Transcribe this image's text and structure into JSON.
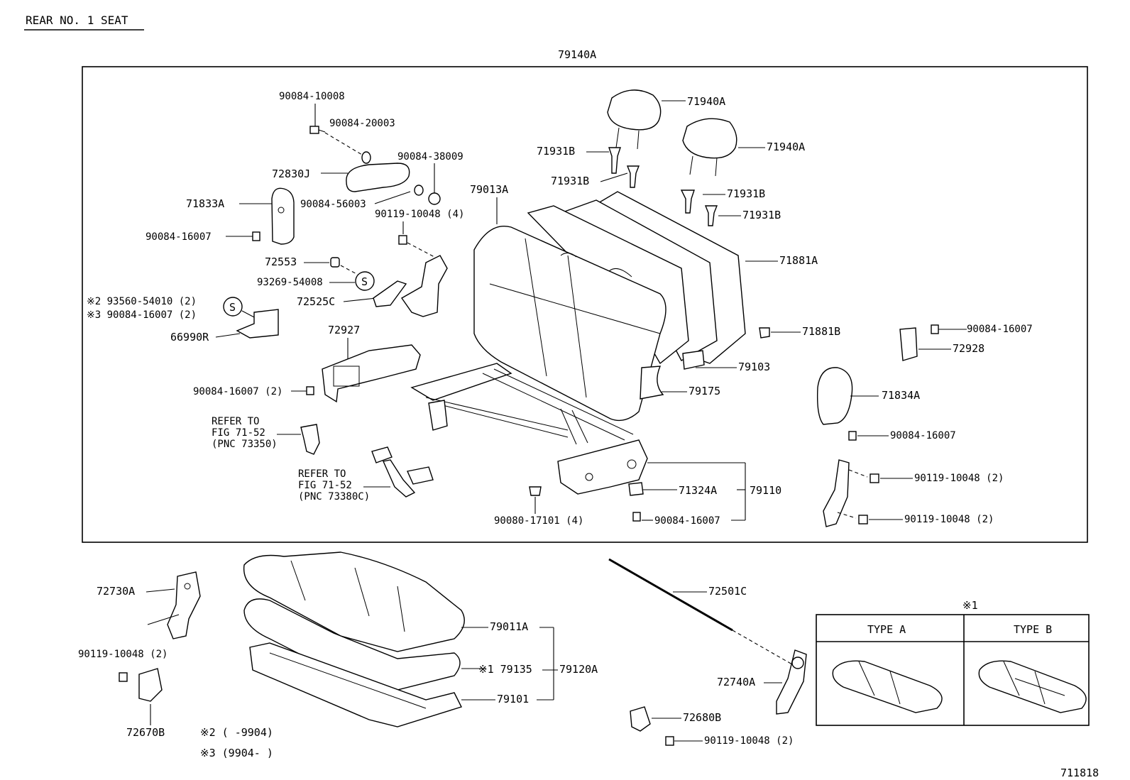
{
  "header": {
    "title": "REAR NO. 1 SEAT"
  },
  "footer": {
    "figure_no": "711818"
  },
  "labels": {
    "l79140A": "79140A",
    "l90084_10008": "90084-10008",
    "l90084_20003": "90084-20003",
    "l90084_38009": "90084-38009",
    "l72830J": "72830J",
    "l71833A": "71833A",
    "l90084_56003": "90084-56003",
    "l90119_10048_4": "90119-10048 (4)",
    "l90084_16007_a": "90084-16007",
    "l72553": "72553",
    "l93269_54008": "93269-54008",
    "l72525C": "72525C",
    "l93560_54010": "※2 93560-54010 (2)",
    "l90084_16007_2a": "※3 90084-16007 (2)",
    "l66990R": "66990R",
    "l72927": "72927",
    "l90084_16007_2b": "90084-16007 (2)",
    "refer1_a": "REFER TO",
    "refer1_b": "FIG 71-52",
    "refer1_c": "(PNC 73350)",
    "refer2_a": "REFER TO",
    "refer2_b": "FIG 71-52",
    "refer2_c": "(PNC 73380C)",
    "l90080_17101": "90080-17101 (4)",
    "l79013A": "79013A",
    "l71940A_1": "71940A",
    "l71940A_2": "71940A",
    "l71931B_1": "71931B",
    "l71931B_2": "71931B",
    "l71931B_3": "71931B",
    "l71931B_4": "71931B",
    "l71881A": "71881A",
    "l71881B": "71881B",
    "l79103": "79103",
    "l79175": "79175",
    "l71324A": "71324A",
    "l79110": "79110",
    "l90084_16007_b": "90084-16007",
    "l90084_16007_c": "90084-16007",
    "l72928": "72928",
    "l71834A": "71834A",
    "l90084_16007_d": "90084-16007",
    "l90119_10048_2a": "90119-10048 (2)",
    "l90119_10048_2b": "90119-10048 (2)",
    "l72730A": "72730A",
    "l90119_10048_2c": "90119-10048 (2)",
    "l72670B": "72670B",
    "l79011A": "79011A",
    "l79135": "※1 79135",
    "l79120A": "79120A",
    "l79101": "79101",
    "l72501C": "72501C",
    "l72740A": "72740A",
    "l72680B": "72680B",
    "l90119_10048_2d": "90119-10048 (2)",
    "note2": "※2 (     -9904)",
    "note3": "※3 (9904-     )",
    "s_mark_1": "S",
    "s_mark_2": "S"
  },
  "inset": {
    "marker": "※1",
    "type_a": "TYPE A",
    "type_b": "TYPE B"
  }
}
